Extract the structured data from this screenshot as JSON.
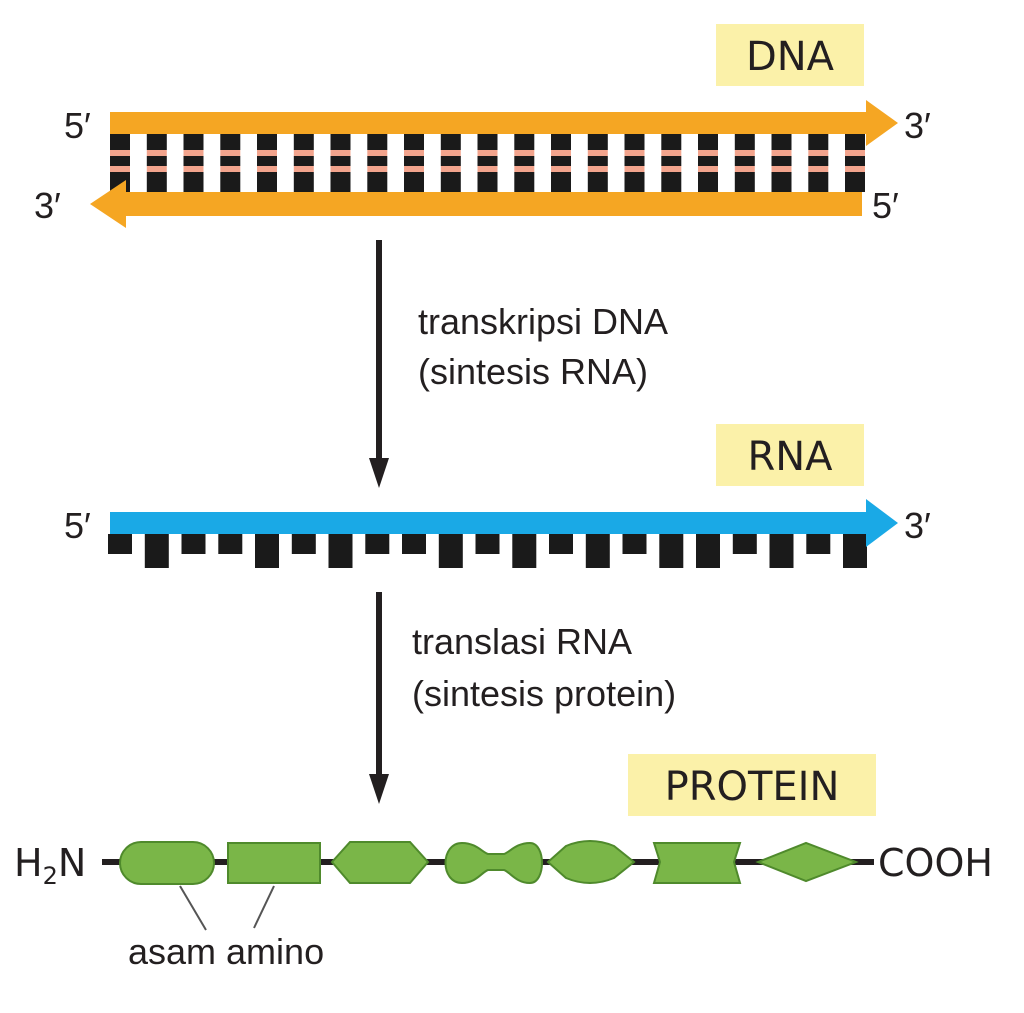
{
  "dna": {
    "label": "DNA",
    "top_strand": {
      "left": "5′",
      "right": "3′"
    },
    "bottom_strand": {
      "left": "3′",
      "right": "5′"
    },
    "base_pairs": 21
  },
  "step1": {
    "line1": "transkripsi DNA",
    "line2": "(sintesis RNA)"
  },
  "rna": {
    "label": "RNA",
    "left": "5′",
    "right": "3′",
    "bases": [
      "short",
      "long",
      "short",
      "short",
      "long",
      "short",
      "long",
      "short",
      "short",
      "long",
      "short",
      "long",
      "short",
      "long",
      "short",
      "long",
      "long",
      "short",
      "long",
      "short",
      "long"
    ]
  },
  "step2": {
    "line1": "translasi RNA",
    "line2": "(sintesis protein)"
  },
  "protein": {
    "label": "PROTEIN",
    "n_terminus": {
      "main": "H",
      "sub": "2",
      "tail": "N"
    },
    "c_terminus": "COOH",
    "amino_acid_shapes": [
      "rounded",
      "rectangle",
      "hexagon",
      "dumbbell",
      "ellipse-hexagon",
      "bowtie-rect",
      "diamond"
    ],
    "amino_label": "asam amino"
  },
  "colors": {
    "dna_strand": "#f5a623",
    "dna_pair_accent": "#f2a48d",
    "base": "#1a1a1a",
    "rna_strand": "#1aa9e6",
    "amino_acid": "#7ab648",
    "amino_acid_border": "#4f8a2c",
    "tag_background": "#fbf1a9",
    "arrow": "#231f20"
  }
}
